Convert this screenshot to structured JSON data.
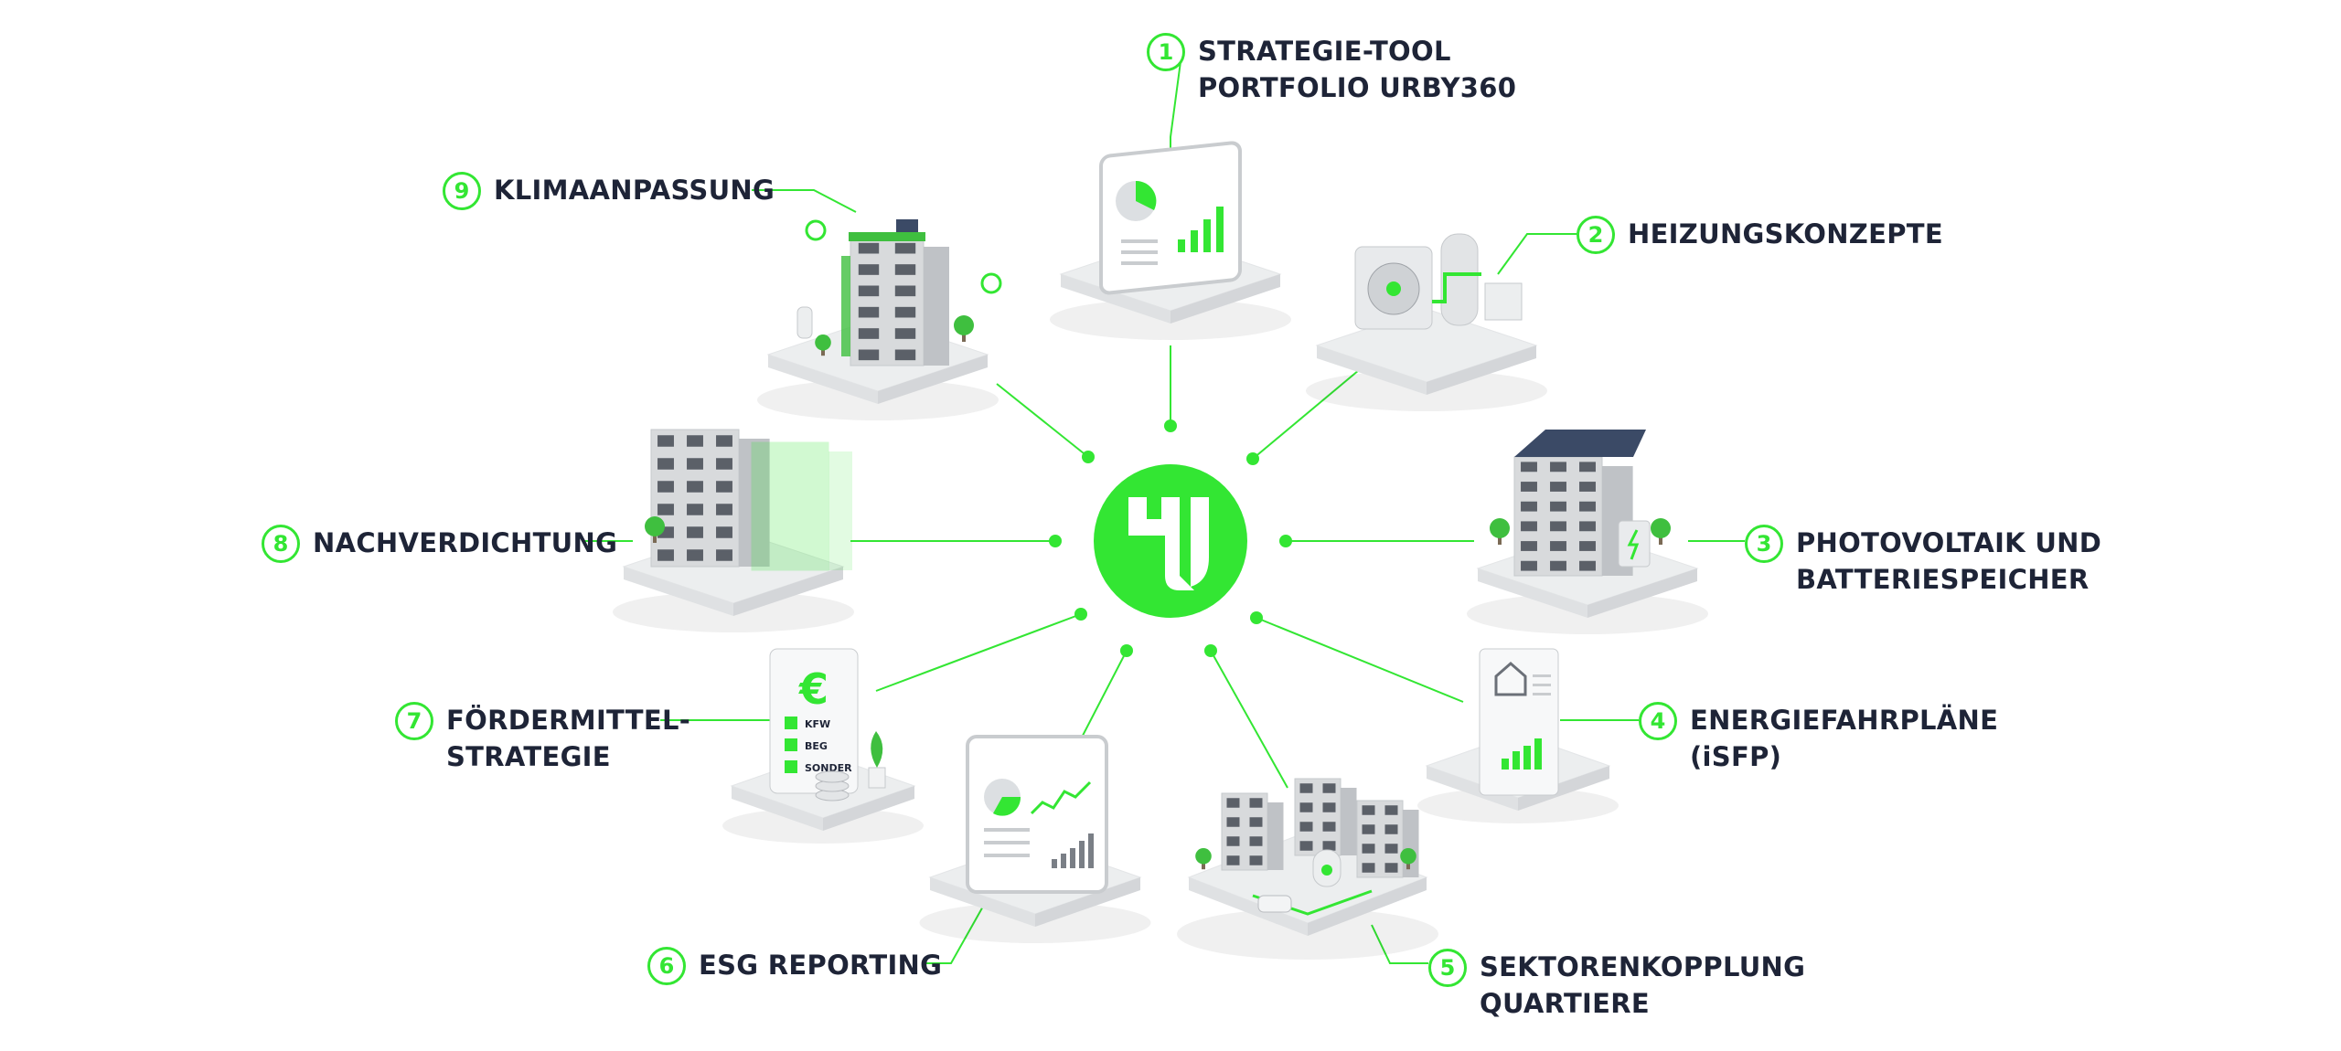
{
  "colors": {
    "accent": "#33e633",
    "text": "#1e2437",
    "tile": "#eceeef",
    "building": "#d8dadc",
    "window": "#5b6068",
    "plant": "#3fbf3f"
  },
  "hub": {
    "logo_icon": "urby-u-logo-icon"
  },
  "items": [
    {
      "number": "1",
      "lines": [
        "STRATEGIE-TOOL",
        "PORTFOLIO URBY360"
      ],
      "icon": "dashboard-monitor-icon"
    },
    {
      "number": "2",
      "lines": [
        "HEIZUNGSKONZEPTE"
      ],
      "icon": "heat-pump-icon"
    },
    {
      "number": "3",
      "lines": [
        "PHOTOVOLTAIK UND",
        "BATTERIESPEICHER"
      ],
      "icon": "solar-building-icon"
    },
    {
      "number": "4",
      "lines": [
        "ENERGIEFAHRPLÄNE",
        "(iSFP)"
      ],
      "icon": "energy-roadmap-document-icon"
    },
    {
      "number": "5",
      "lines": [
        "SEKTORENKOPPLUNG",
        "QUARTIERE"
      ],
      "icon": "district-buildings-icon"
    },
    {
      "number": "6",
      "lines": [
        "ESG REPORTING"
      ],
      "icon": "esg-report-tablet-icon"
    },
    {
      "number": "7",
      "lines": [
        "FÖRDERMITTEL-",
        "STRATEGIE"
      ],
      "icon": "funding-checklist-icon"
    },
    {
      "number": "8",
      "lines": [
        "NACHVERDICHTUNG"
      ],
      "icon": "densification-building-icon"
    },
    {
      "number": "9",
      "lines": [
        "KLIMAANPASSUNG"
      ],
      "icon": "green-building-icon"
    }
  ],
  "checklist": [
    "KFW",
    "BEG",
    "SONDER"
  ],
  "currency_symbol": "€"
}
